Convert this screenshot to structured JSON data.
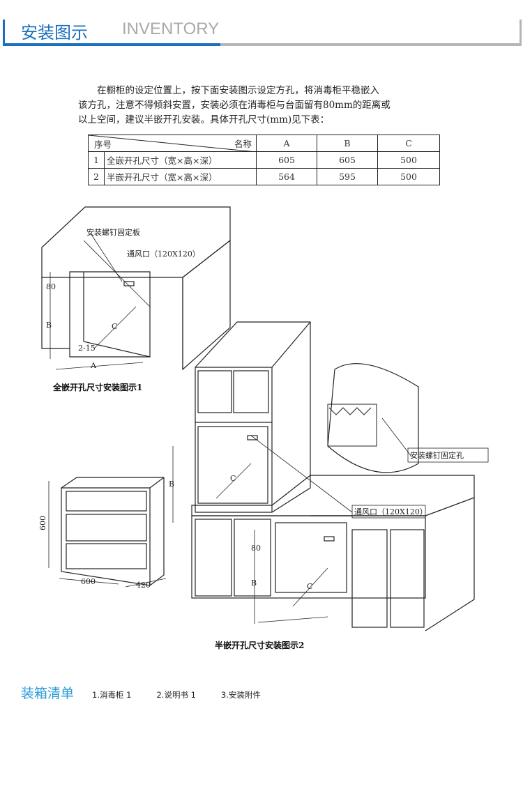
{
  "header": {
    "title": "安装图示",
    "subtitle": "INVENTORY"
  },
  "intro": [
    "在橱柜的设定位置上，按下面安装图示设定方孔，将消毒柜平稳嵌入",
    "该方孔，注意不得倾斜安置，安装必须在消毒柜与台面留有80mm的距离或",
    "以上空间，建议半嵌开孔安装。具体开孔尺寸(mm)见下表："
  ],
  "table": {
    "corner_left": "序号",
    "corner_right": "名称",
    "columns": [
      "A",
      "B",
      "C"
    ],
    "rows": [
      {
        "no": "1",
        "name": "全嵌开孔尺寸（宽×高×深）",
        "values": [
          "605",
          "605",
          "500"
        ]
      },
      {
        "no": "2",
        "name": "半嵌开孔尺寸（宽×高×深）",
        "values": [
          "564",
          "595",
          "500"
        ]
      }
    ]
  },
  "diagram": {
    "fig1": {
      "plate": "安装螺钉固定板",
      "vent": "通风口（120X120）",
      "d80": "80",
      "B": "B",
      "C": "C",
      "gap": "2-15",
      "A": "A",
      "caption": "全嵌开孔尺寸安装图示1"
    },
    "detail": {
      "hole": "安装螺钉固定孔"
    },
    "fig2": {
      "vent": "通风口（120X120）",
      "B1": "B",
      "C1": "C",
      "d80": "80",
      "B2": "B",
      "C2": "C",
      "caption": "半嵌开孔尺寸安装图示2"
    },
    "unit": {
      "h": "600",
      "w": "600",
      "d": "420"
    }
  },
  "packing": {
    "title": "装箱清单",
    "items": [
      "1.消毒柜  1",
      "2.说明书  1",
      "3.安装附件"
    ]
  }
}
